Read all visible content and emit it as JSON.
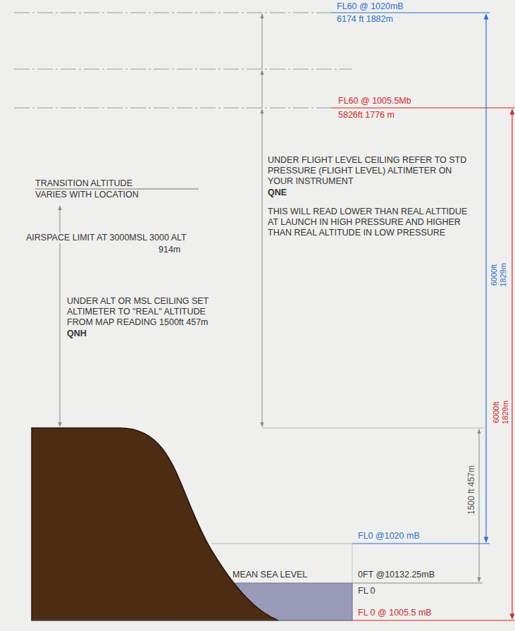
{
  "diagram": {
    "labels": [
      "FL60 @ 1020mB",
      "6174 ft 1882m",
      "FL60 @ 1005.5Mb",
      "5826ft 1776 m",
      "TRANSITION ALTITUDE VARIES WITH LOCATION",
      "UNDER FLIGHT LEVEL CEILING REFER TO STD PRESSURE (FLIGHT LEVEL) ALTIMETER ON YOUR INSTRUMENT",
      "QNE",
      "THIS WILL READ LOWER THAN REAL ALTTIDUE AT LAUNCH IN HIGH PRESSURE AND HIGHER THAN REAL ALTITUDE IN LOW PRESSURE",
      "AIRSPACE LIMIT AT 3000MSL 3000 ALT",
      "914m",
      "UNDER ALT OR MSL CEILING SET ALTIMETER TO \"REAL\" ALTITUDE FROM MAP READING 1500ft 457m",
      "QNH",
      "6000ft",
      "1829m",
      "6000ft",
      "1829m",
      "1500 ft 457m",
      "FL0 @1020 mB",
      "MEAN SEA LEVEL",
      "0FT @10132.25mB",
      "FL 0",
      "FL 0 @ 1005.5 mB"
    ]
  }
}
